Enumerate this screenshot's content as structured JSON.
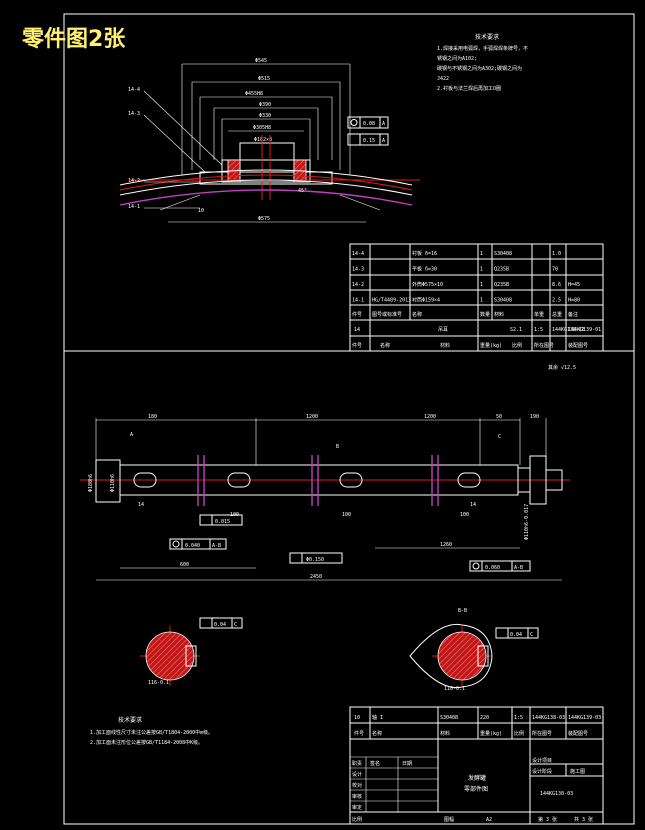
{
  "header": {
    "title": "零件图2张"
  },
  "top_drawing": {
    "tech_title": "技术要求",
    "tech_notes": [
      "1.焊接采用电弧焊，手弧焊焊条牌号，不",
      "锈钢之间为A102;",
      "碳钢与不锈钢之间为A302;碳钢之间为",
      "J422",
      "2.衬板与法兰焊后再加工O圈"
    ],
    "dims": [
      "Φ545",
      "Φ515",
      "Φ455H8",
      "Φ390",
      "Φ330",
      "Φ305H8",
      "Φ182×8",
      "Φ575"
    ],
    "tolerances": [
      {
        "value": "0.08",
        "ref": "A"
      },
      {
        "value": "0.15",
        "ref": "A"
      }
    ],
    "callouts": [
      "14-4",
      "14-3",
      "14-2",
      "14-1"
    ],
    "labels": [
      "10",
      "45°"
    ],
    "bom": {
      "rows": [
        [
          "14-4",
          "",
          "衬板 δ=16",
          "1",
          "S30408",
          "",
          "1.0",
          ""
        ],
        [
          "14-3",
          "",
          "平板 δ=30",
          "1",
          "Q235B",
          "",
          "70",
          ""
        ],
        [
          "14-2",
          "",
          "外筒Φ575×10",
          "1",
          "Q235B",
          "",
          "8.6",
          "H=45"
        ],
        [
          "14-1",
          "HG/T4489-2013",
          "衬筒Φ159×4",
          "1",
          "S30408",
          "",
          "2.5",
          "H=80"
        ]
      ],
      "header1": [
        "件号",
        "图号或标准号",
        "名称",
        "数量",
        "材料",
        "单重",
        "总重",
        "备注"
      ],
      "assembly_row": [
        "14",
        "",
        "吊耳",
        "",
        "S2.1",
        "1:5",
        "144KG138-CE",
        "144KG139-01"
      ],
      "header2": [
        "件号",
        "名称",
        "材料",
        "重量(kg)",
        "比例",
        "所在图号",
        "装配图号"
      ]
    }
  },
  "shaft_drawing": {
    "roughness_note": "其余 √12.5",
    "tech_title": "技术要求",
    "tech_notes": [
      "1.加工面线性尺寸未注公差按GB/T1804-2000中m级。",
      "2.加工面未注形位公差按GB/T1184-2008中K级。"
    ],
    "dims": [
      "180",
      "1200",
      "1200",
      "50",
      "190",
      "2450",
      "600",
      "1260",
      "14",
      "100",
      "100",
      "100",
      "14"
    ],
    "diameter_labels": [
      "Φ180h6",
      "Φ110h6",
      "Φ110h6-0.017"
    ],
    "tolerances": [
      {
        "value": "0.015",
        "ref": ""
      },
      {
        "value": "0.040",
        "ref": "A-B"
      },
      {
        "value": "Φ0.150",
        "ref": ""
      },
      {
        "value": "0.060",
        "ref": "A-B"
      },
      {
        "value": "0.04",
        "ref": "C"
      },
      {
        "value": "0.04",
        "ref": "C"
      }
    ],
    "section_labels": [
      "A",
      "B",
      "C",
      "B-B"
    ],
    "section_dims": [
      "116-0.1",
      "116-0.1"
    ],
    "bom_row": [
      "10",
      "轴 I",
      "",
      "S30408",
      "220",
      "1:5",
      "144KG138-03",
      "144KG139-03"
    ],
    "bom_header": [
      "件号",
      "名称",
      "",
      "材料",
      "重量(kg)",
      "比例",
      "所在图号",
      "装配图号"
    ],
    "title_block": {
      "name_line1": "发酵罐",
      "name_line2": "零部件图",
      "drawing_no": "144KG130-03",
      "right_labels": [
        "设计项目",
        "设计阶段",
        "施工图"
      ],
      "left_labels": [
        "职责",
        "签名",
        "日期",
        "设计",
        "校对",
        "审核",
        "审定"
      ],
      "bottom": [
        "比例",
        "图幅",
        "A2",
        "第 3 张",
        "共 3 张"
      ]
    }
  }
}
